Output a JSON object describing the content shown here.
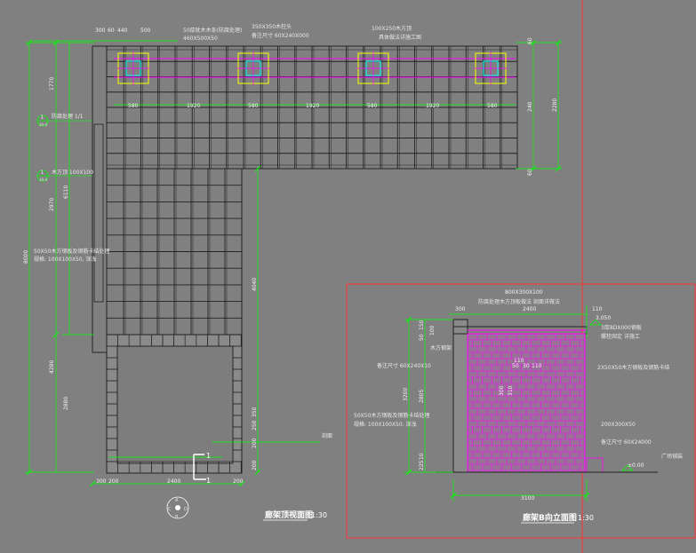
{
  "colors": {
    "background": "#808080",
    "structure": "#222222",
    "dimension": "#00ff00",
    "frame": "#ff3333",
    "highlight": "#ff00ff",
    "column_marker": "#ffff00",
    "column_core": "#00ffff"
  },
  "plan": {
    "title": "廊架顶视面图",
    "scale": "1:30",
    "top_dims": [
      "300",
      "60",
      "440",
      "500"
    ],
    "span_dims": [
      "580",
      "1920",
      "580",
      "1920",
      "580",
      "1920",
      "580"
    ],
    "right_dims": [
      "60",
      "240",
      "2280",
      "60"
    ],
    "left_dims": [
      "1770",
      "2970",
      "6110",
      "8000",
      "4280",
      "2880"
    ],
    "mid_dims": [
      "4040",
      "350",
      "250",
      "200",
      "200"
    ],
    "bottom_dims": [
      "300",
      "200",
      "2400",
      "200"
    ],
    "callouts": [
      "50厚枕木木条(防腐处理)",
      "460X500X50",
      "350X350木柱头",
      "备注尺寸 60X240X000",
      "100X250木方顶",
      "具体做法详施工图",
      "防腐处理 1/1",
      "木方顶 100X100",
      "50X50木方钢板及钢筋卡结处理",
      "规格: 100X100X50, 深浅",
      "剖面",
      "1",
      "1"
    ],
    "section_markers": [
      {
        "num": "1",
        "ref": "3A-4"
      },
      {
        "num": "1",
        "ref": "3A-4"
      }
    ],
    "compass": [
      "A",
      "B",
      "C",
      "D"
    ]
  },
  "elevation": {
    "title": "廊架B向立面图",
    "scale": "1:30",
    "top_dims": [
      "800X300X100",
      "300",
      "2400",
      "110"
    ],
    "left_dims": [
      "150",
      "50",
      "100",
      "3200",
      "2805",
      "225",
      "10"
    ],
    "inner_dims": [
      "110",
      "50",
      "30",
      "110",
      "300",
      "310"
    ],
    "bottom_dim": "3100",
    "level_top": "3.050",
    "level_ground": "±0.00",
    "callouts": [
      "防腐处理木方顶板做法 剖面详做法",
      "3厚8DX000钢板",
      "螺栓固定 详施工",
      "备注尺寸 60X240X10",
      "2X50X50木方钢板及钢筋卡结",
      "50X50木方钢板及钢筋卡结处理",
      "规格: 100X100X50, 深浅",
      "200X300X50",
      "备注尺寸 60X24000",
      "广场铺装",
      "木方钢架"
    ]
  }
}
